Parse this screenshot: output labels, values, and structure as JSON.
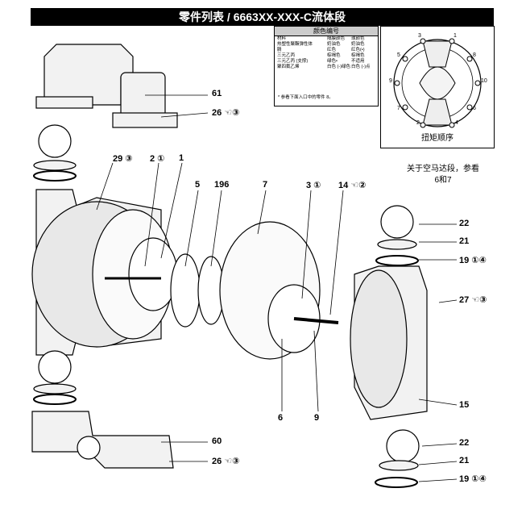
{
  "title": "零件列表 / 6663XX-XXX-C流体段",
  "color_table": {
    "header": "颜色编号",
    "columns": [
      "材料",
      "隔膜颜色",
      "球颜色"
    ],
    "rows": [
      [
        "热塑性聚酯弹性体",
        "奶油色",
        "奶油色"
      ],
      [
        "腈",
        "红色",
        "红色(•)"
      ],
      [
        "三元乙丙",
        "棕褐色",
        "棕褐色"
      ],
      [
        "三元乙丙 (支撑)",
        "绿色•",
        "不适用"
      ],
      [
        "聚四氟乙烯",
        "白色 (-)绿色",
        "白色 (-)点"
      ]
    ],
    "footnote": "* 参看下面入口中的零件 8。"
  },
  "torque": {
    "caption": "扭矩顺序",
    "numbers": [
      "1",
      "2",
      "3",
      "4",
      "5",
      "6",
      "7",
      "8",
      "9",
      "10"
    ]
  },
  "note": "关于空马达段，参看6和7",
  "labels": {
    "p61": "61",
    "p26a": "26 ☜③",
    "p29": "29 ③",
    "p2": "2 ①",
    "p1": "1",
    "p5": "5",
    "p196": "196",
    "p7": "7",
    "p3": "3 ①",
    "p14": "14 ☜②",
    "p22a": "22",
    "p21a": "21",
    "p19a": "19 ①④",
    "p27": "27 ☜③",
    "p15": "15",
    "p6": "6",
    "p9": "9",
    "p22b": "22",
    "p21b": "21",
    "p19b": "19 ①④",
    "p60": "60",
    "p26b": "26 ☜③"
  }
}
